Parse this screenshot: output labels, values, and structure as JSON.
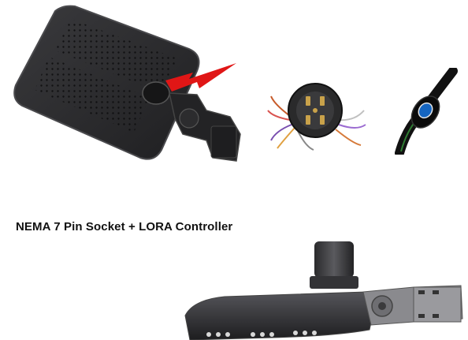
{
  "caption": "NEMA 7 Pin Socket + LORA Controller",
  "colors": {
    "housing": "#2b2b2d",
    "housing_edge": "#4a4a4d",
    "arrow": "#e01616",
    "background": "#ffffff",
    "caption": "#111111"
  },
  "items": {
    "fixture_top_view": "shoebox-area-light-top-view",
    "socket": "nema-7-pin-socket",
    "controller": "lora-controller-module",
    "fixture_side_view": "shoebox-area-light-side-view"
  }
}
